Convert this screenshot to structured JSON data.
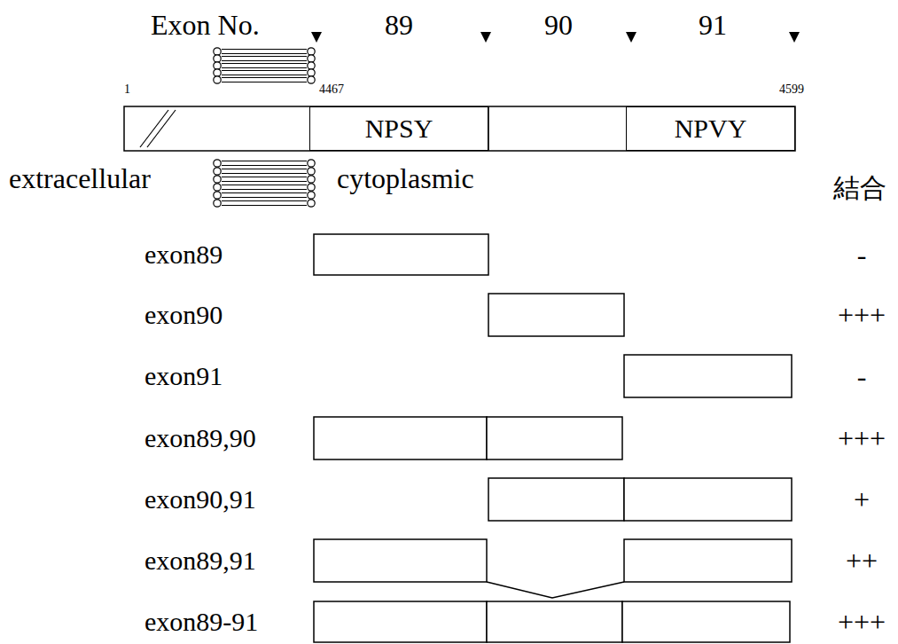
{
  "diagram": {
    "nodes": [
      {
        "text": [
          "NPSY"
        ]
      },
      {
        "text": [
          "NPVY"
        ]
      }
    ],
    "labels": [
      "Exon No.",
      "89",
      "90",
      "91",
      "1",
      "4467",
      "4599",
      "extracellular",
      "cytoplasmic",
      "結合",
      "exon89",
      "-",
      "exon90",
      "+++",
      "exon91",
      "-",
      "exon89,90",
      "+++",
      "exon90,91",
      "+",
      "exon89,91",
      "++",
      "exon89-91",
      "+++"
    ]
  }
}
